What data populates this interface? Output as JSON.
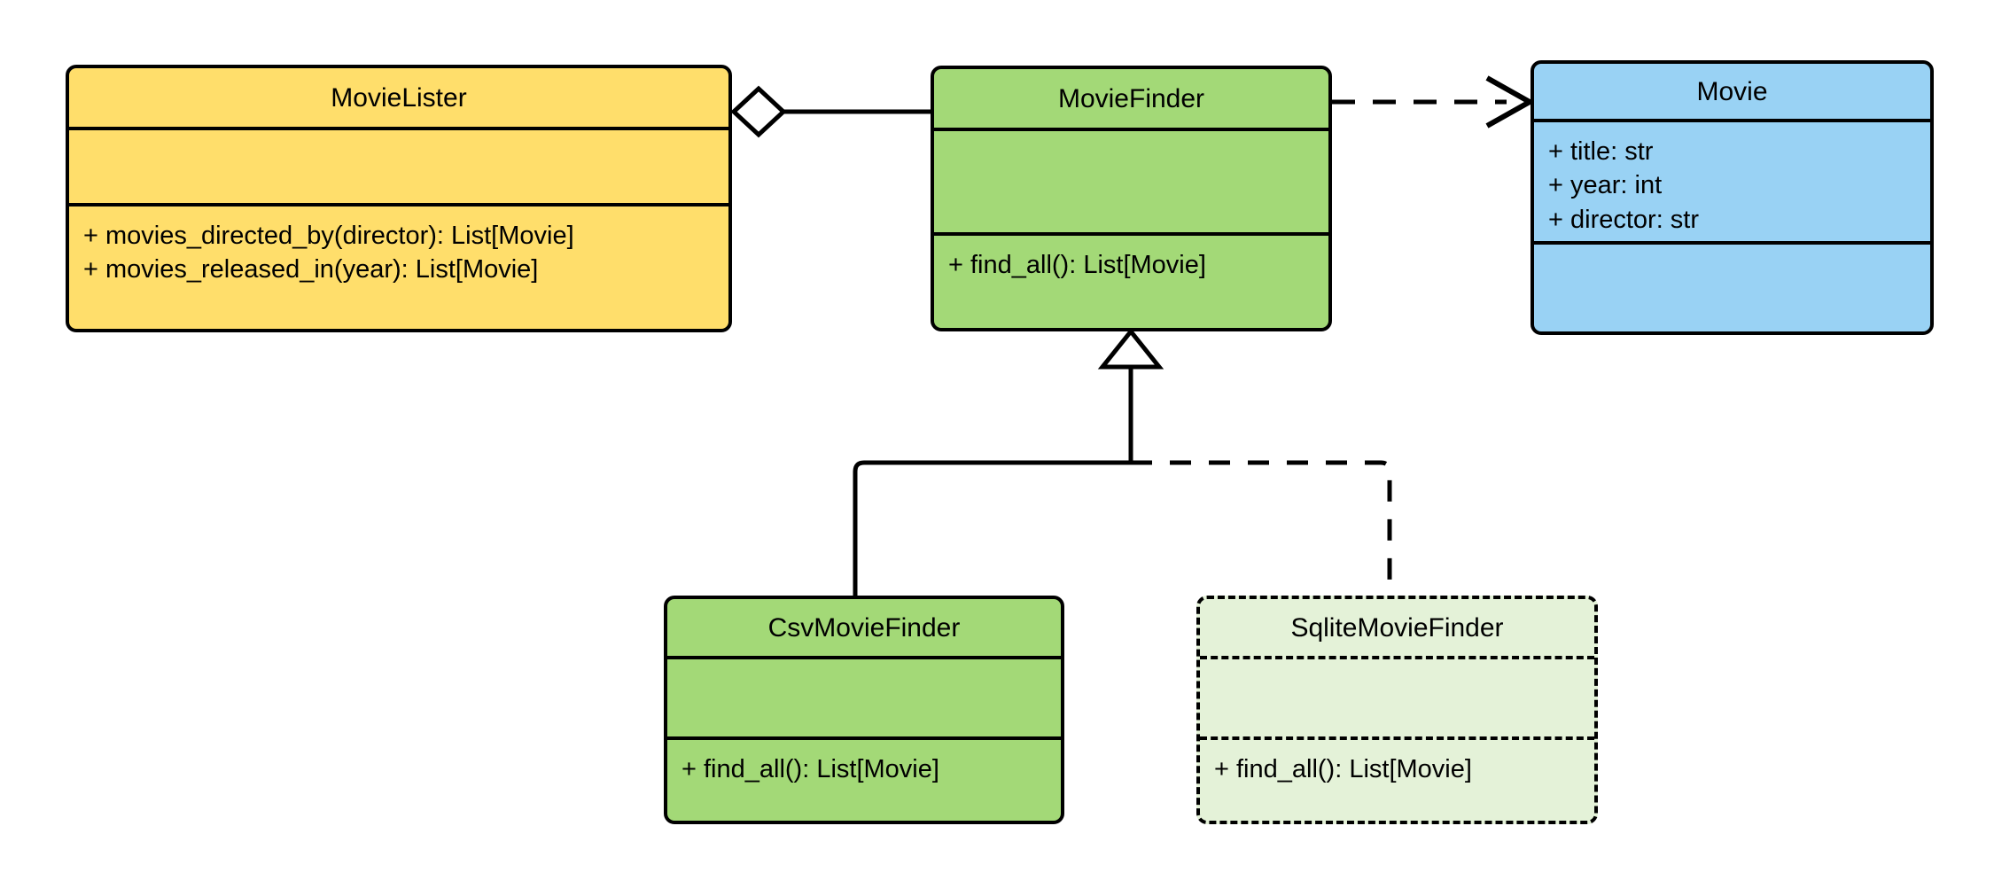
{
  "diagram": {
    "title": "MovieLister dependency-injection UML class diagram",
    "type": "uml-class-diagram",
    "background_color": "#FFFFFF",
    "stroke_color": "#000000"
  },
  "palette": {
    "yellow": "#FFDE6B",
    "green": "#A3D977",
    "blue": "#99D2F4",
    "light_green": "#E4F2D8",
    "outline": "#000000"
  },
  "classes": [
    {
      "id": "movie-lister",
      "name": "MovieLister",
      "fill": "#FFDE6B",
      "border_style": "solid",
      "attributes": [],
      "methods": [
        "+ movies_directed_by(director): List[Movie]",
        "+ movies_released_in(year): List[Movie]"
      ]
    },
    {
      "id": "movie-finder",
      "name": "MovieFinder",
      "fill": "#A3D977",
      "border_style": "solid",
      "attributes": [],
      "methods": [
        "+ find_all(): List[Movie]"
      ]
    },
    {
      "id": "movie",
      "name": "Movie",
      "fill": "#99D2F4",
      "border_style": "solid",
      "attributes": [
        "+ title: str",
        "+ year: int",
        "+ director: str"
      ],
      "methods": []
    },
    {
      "id": "csv-movie-finder",
      "name": "CsvMovieFinder",
      "fill": "#A3D977",
      "border_style": "solid",
      "attributes": [],
      "methods": [
        "+ find_all(): List[Movie]"
      ]
    },
    {
      "id": "sqlite-movie-finder",
      "name": "SqliteMovieFinder",
      "fill": "#E4F2D8",
      "border_style": "dashed",
      "attributes": [],
      "methods": [
        "+ find_all(): List[Movie]"
      ]
    }
  ],
  "relationships": [
    {
      "id": "aggregation-lister-finder",
      "kind": "aggregation",
      "source": "MovieLister",
      "target": "MovieFinder",
      "line_style": "solid",
      "source_marker": "hollow-diamond",
      "target_marker": "none"
    },
    {
      "id": "dependency-finder-movie",
      "kind": "dependency",
      "source": "MovieFinder",
      "target": "Movie",
      "line_style": "dashed",
      "source_marker": "none",
      "target_marker": "open-arrow"
    },
    {
      "id": "inheritance-csv-finder",
      "kind": "generalization",
      "source": "CsvMovieFinder",
      "target": "MovieFinder",
      "line_style": "solid",
      "source_marker": "none",
      "target_marker": "hollow-triangle"
    },
    {
      "id": "inheritance-sqlite-finder",
      "kind": "generalization",
      "source": "SqliteMovieFinder",
      "target": "MovieFinder",
      "line_style": "dashed",
      "source_marker": "none",
      "target_marker": "hollow-triangle"
    }
  ]
}
